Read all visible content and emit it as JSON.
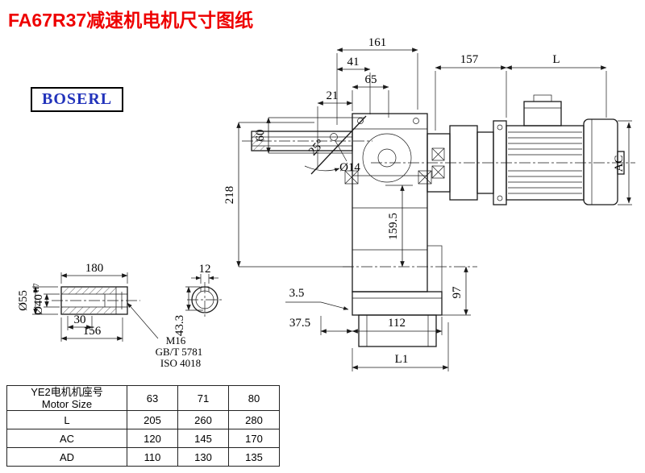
{
  "page": {
    "title": "FA67R37减速机电机尺寸图纸",
    "brand": "BOSERL"
  },
  "main_view": {
    "dim_161": "161",
    "dim_41": "41",
    "dim_65": "65",
    "dim_21": "21",
    "dim_157": "157",
    "dim_L": "L",
    "dim_60": "60",
    "dim_218": "218",
    "dim_dia14": "Ø14",
    "dim_angle": "25°",
    "dim_159_5": "159.5",
    "dim_97": "97",
    "dim_3_5": "3.5",
    "dim_37_5": "37.5",
    "dim_112": "112",
    "dim_L1": "L1",
    "dim_AC": "AC"
  },
  "detail_view": {
    "dim_180": "180",
    "dim_12": "12",
    "dim_dia55": "Ø55",
    "dim_dia40": "Ø40",
    "dim_dia40_tol": "H7",
    "dim_30": "30",
    "dim_156": "156",
    "dim_43_3": "43.3",
    "note_m16": "M16",
    "note_gbt": "GB/T 5781",
    "note_iso": "ISO 4018"
  },
  "table": {
    "header_cn": "YE2电机机座号",
    "header_en": "Motor Size",
    "sizes": [
      "63",
      "71",
      "80"
    ],
    "rows": [
      {
        "label": "L",
        "values": [
          "205",
          "260",
          "280"
        ]
      },
      {
        "label": "AC",
        "values": [
          "120",
          "145",
          "170"
        ]
      },
      {
        "label": "AD",
        "values": [
          "110",
          "130",
          "135"
        ]
      }
    ]
  }
}
